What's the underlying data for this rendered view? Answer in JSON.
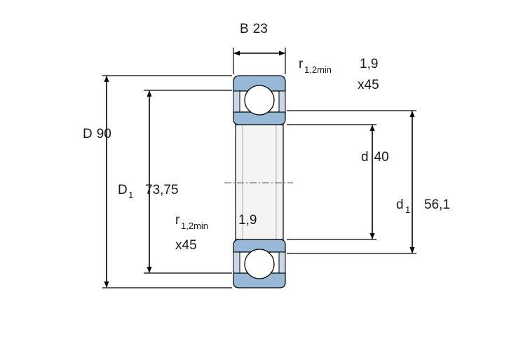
{
  "dimensions": {
    "B": {
      "symbol": "B",
      "value": "23"
    },
    "D": {
      "symbol": "D",
      "value": "90"
    },
    "D1": {
      "symbol": "D",
      "subscript": "1",
      "value": "73,75"
    },
    "d": {
      "symbol": "d",
      "value": "40"
    },
    "d1": {
      "symbol": "d",
      "subscript": "1",
      "value": "56,1"
    },
    "r_top": {
      "symbol": "r",
      "subscript": "1,2min",
      "value": "1,9",
      "chamfer": "x45"
    },
    "r_mid": {
      "symbol": "r",
      "subscript": "1,2min",
      "value": "1,9",
      "chamfer": "x45"
    }
  },
  "colors": {
    "ring": "#97b8d6",
    "ring_edge": "#6c8fb2",
    "ball": "#ffffff",
    "bore": "#f4f4f4",
    "line": "#000000"
  }
}
